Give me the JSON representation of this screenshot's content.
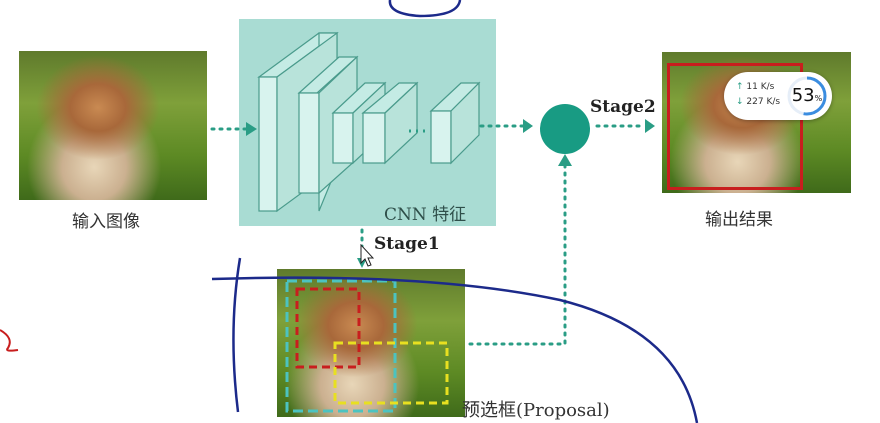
{
  "input_image": {
    "label": "输入图像"
  },
  "cnn": {
    "label": "CNN 特征"
  },
  "stage1": {
    "label": "Stage1"
  },
  "stage2": {
    "label": "Stage2"
  },
  "output": {
    "label": "输出结果"
  },
  "proposal": {
    "label": "预选框(Proposal)"
  },
  "net_widget": {
    "up": "11 K/s",
    "down": "227 K/s",
    "percent": "53",
    "percent_unit": "%"
  },
  "colors": {
    "teal": "#2a9d85",
    "panel": "#a9dcd3",
    "red_box": "#c81e1e",
    "yellow_box": "#e8e020",
    "cyan_box": "#4cc3c0",
    "ink": "#1c2a8a"
  }
}
